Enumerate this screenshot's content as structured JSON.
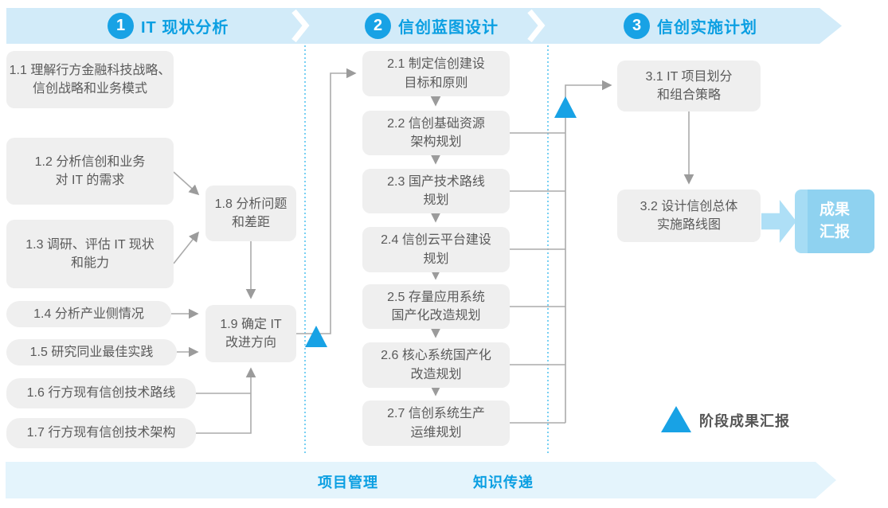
{
  "phases": [
    {
      "number": "1",
      "title": "IT 现状分析",
      "steps": [
        {
          "label": "1.1 理解行方金融科技战略、\n信创战略和业务模式"
        },
        {
          "label": "1.2 分析信创和业务\n对 IT 的需求"
        },
        {
          "label": "1.3 调研、评估 IT 现状\n和能力"
        },
        {
          "label": "1.4 分析产业侧情况"
        },
        {
          "label": "1.5 研究同业最佳实践"
        },
        {
          "label": "1.6 行方现有信创技术路线"
        },
        {
          "label": "1.7 行方现有信创技术架构"
        },
        {
          "label": "1.8 分析问题\n和差距"
        },
        {
          "label": "1.9 确定 IT\n改进方向"
        }
      ]
    },
    {
      "number": "2",
      "title": "信创蓝图设计",
      "steps": [
        {
          "label": "2.1 制定信创建设\n目标和原则"
        },
        {
          "label": "2.2 信创基础资源\n架构规划"
        },
        {
          "label": "2.3 国产技术路线\n规划"
        },
        {
          "label": "2.4 信创云平台建设\n规划"
        },
        {
          "label": "2.5 存量应用系统\n国产化改造规划"
        },
        {
          "label": "2.6 核心系统国产化\n改造规划"
        },
        {
          "label": "2.7 信创系统生产\n运维规划"
        }
      ]
    },
    {
      "number": "3",
      "title": "信创实施计划",
      "steps": [
        {
          "label": "3.1 IT 项目划分\n和组合策略"
        },
        {
          "label": "3.2 设计信创总体\n实施路线图"
        }
      ]
    }
  ],
  "output_box": {
    "label": "成果\n汇报"
  },
  "legend": {
    "label": "阶段成果汇报"
  },
  "footer": {
    "items": [
      {
        "label": "项目管理"
      },
      {
        "label": "知识传递"
      }
    ]
  },
  "colors": {
    "accent_blue": "#18a2e5",
    "banner_blue": "#d2ebf9",
    "footer_banner_blue": "#e4f4fc",
    "phase_title_blue": "#0b9fe2",
    "box_gray": "#efefef",
    "box_text_gray": "#5a5a5a",
    "connector_gray": "#a9a9a9",
    "dashed_line_blue": "#3fbcee",
    "output_box_blue": "#8fd2f0"
  }
}
